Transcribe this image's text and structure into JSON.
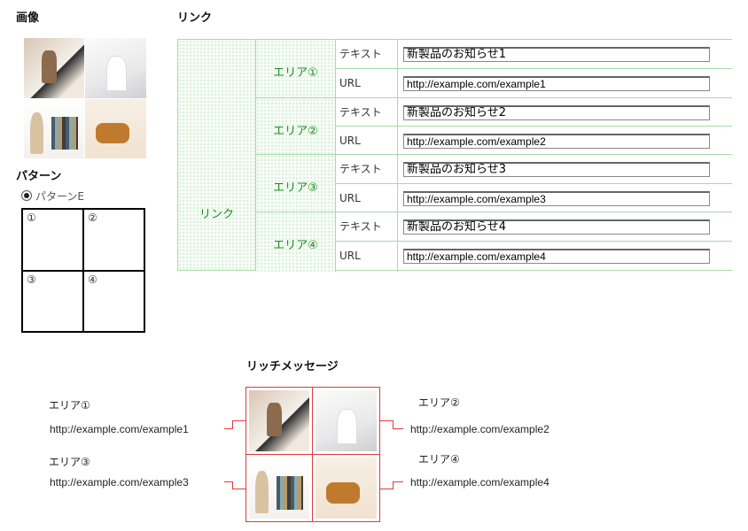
{
  "sections": {
    "image_title": "画像",
    "link_title": "リンク",
    "pattern_title": "パターン",
    "rich_title": "リッチメッセージ"
  },
  "pattern": {
    "selected": "パターンE",
    "cells": [
      "①",
      "②",
      "③",
      "④"
    ]
  },
  "link_table": {
    "group_label": "リンク",
    "text_label": "テキスト",
    "url_label": "URL",
    "areas": [
      {
        "name": "エリア①",
        "text": "新製品のお知らせ1",
        "url": "http://example.com/example1"
      },
      {
        "name": "エリア②",
        "text": "新製品のお知らせ2",
        "url": "http://example.com/example2"
      },
      {
        "name": "エリア③",
        "text": "新製品のお知らせ3",
        "url": "http://example.com/example3"
      },
      {
        "name": "エリア④",
        "text": "新製品のお知らせ4",
        "url": "http://example.com/example4"
      }
    ]
  },
  "rich": {
    "areas": [
      {
        "name": "エリア①",
        "url": "http://example.com/example1"
      },
      {
        "name": "エリア②",
        "url": "http://example.com/example2"
      },
      {
        "name": "エリア③",
        "url": "http://example.com/example3"
      },
      {
        "name": "エリア④",
        "url": "http://example.com/example4"
      }
    ]
  },
  "colors": {
    "accent_green": "#1c8f1c",
    "table_border": "#a9d9a9",
    "highlight_red": "#e23a3a"
  }
}
